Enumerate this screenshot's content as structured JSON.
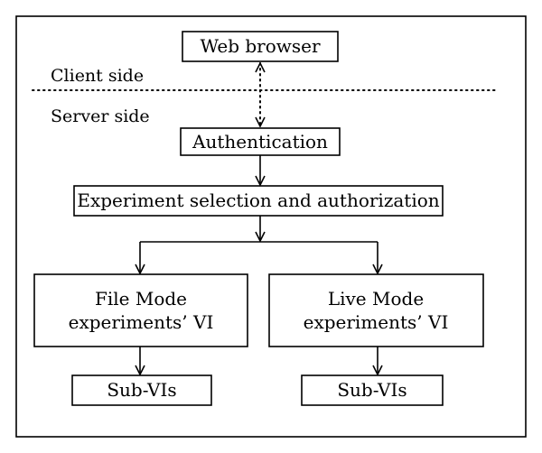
{
  "diagram": {
    "client_side_label": "Client side",
    "server_side_label": "Server side",
    "nodes": {
      "web_browser": "Web browser",
      "authentication": "Authentication",
      "experiment_selection": "Experiment selection and authorization",
      "file_mode_line1": "File Mode",
      "file_mode_line2": "experiments’ VI",
      "live_mode_line1": "Live Mode",
      "live_mode_line2": "experiments’ VI",
      "file_sub_vis": "Sub-VIs",
      "live_sub_vis": "Sub-VIs"
    }
  }
}
